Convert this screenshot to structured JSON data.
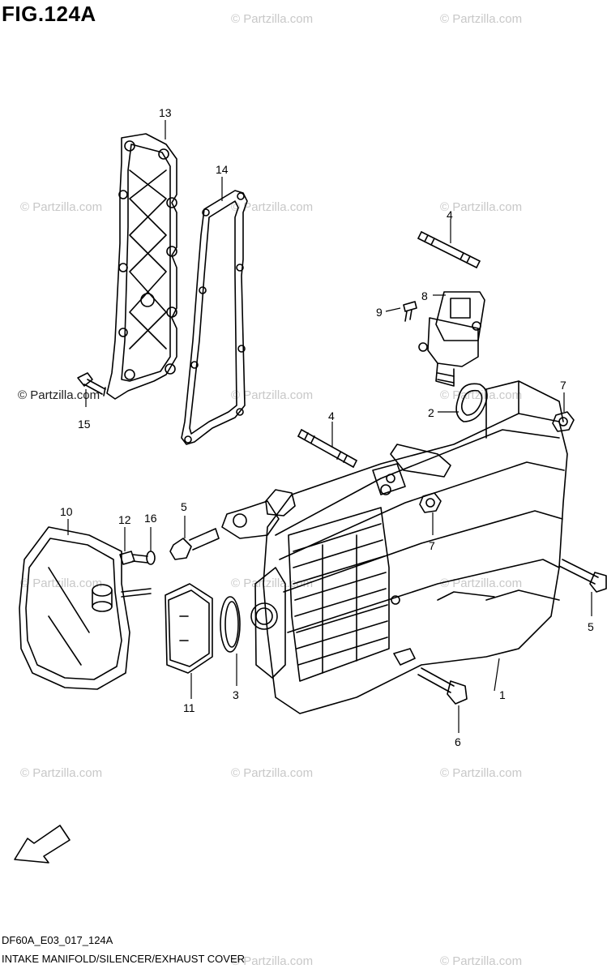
{
  "figure": {
    "title": "FIG.124A",
    "code": "DF60A_E03_017_124A",
    "caption": "INTAKE MANIFOLD/SILENCER/EXHAUST COVER",
    "direction_label": "FWD"
  },
  "watermark": {
    "text": "© Partzilla.com",
    "color": "#c8c8c8"
  },
  "callouts": [
    "13",
    "14",
    "4",
    "8",
    "9",
    "2",
    "7",
    "15",
    "4",
    "10",
    "12",
    "16",
    "5",
    "7",
    "5",
    "3",
    "11",
    "1",
    "6"
  ],
  "colors": {
    "line": "#000000",
    "background": "#ffffff"
  }
}
